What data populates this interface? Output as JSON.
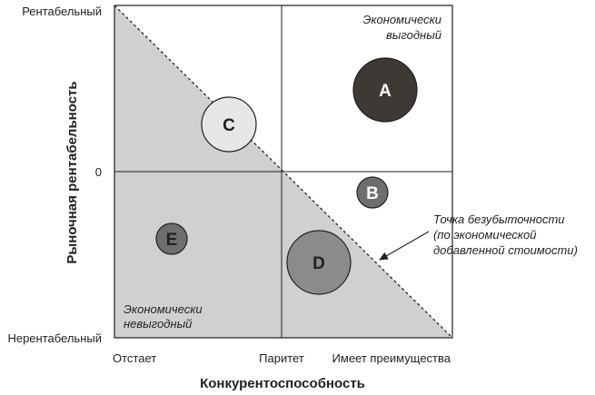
{
  "axes": {
    "y_title": "Рыночная рентабельность",
    "x_title": "Конкурентоспособность",
    "y_ticks": {
      "top": "Рентабельный",
      "zero": "0",
      "bottom": "Нерентабельный"
    },
    "x_ticks": {
      "left": "Отстает",
      "middle": "Паритет",
      "right": "Имеет преимущества"
    }
  },
  "quadrant_labels": {
    "profitable": [
      "Экономически",
      "выгодный"
    ],
    "unprofitable": [
      "Экономически",
      "невыгодный"
    ]
  },
  "breakeven_annotation": [
    "Точка безубыточности",
    "(по экономической",
    "добавленной стоимости)"
  ],
  "bubbles": [
    {
      "label": "A",
      "fill": "#3d3935",
      "text_color": "#ffffff"
    },
    {
      "label": "B",
      "fill": "#6d6e70",
      "text_color": "#ffffff"
    },
    {
      "label": "C",
      "fill": "#e6e7e8",
      "text_color": "#231f20"
    },
    {
      "label": "D",
      "fill": "#8a8b8d",
      "text_color": "#231f20"
    },
    {
      "label": "E",
      "fill": "#6d6e70",
      "text_color": "#231f20"
    }
  ],
  "colors": {
    "unprofitable_region": "#cfd0d2",
    "lines": "#231f20"
  }
}
